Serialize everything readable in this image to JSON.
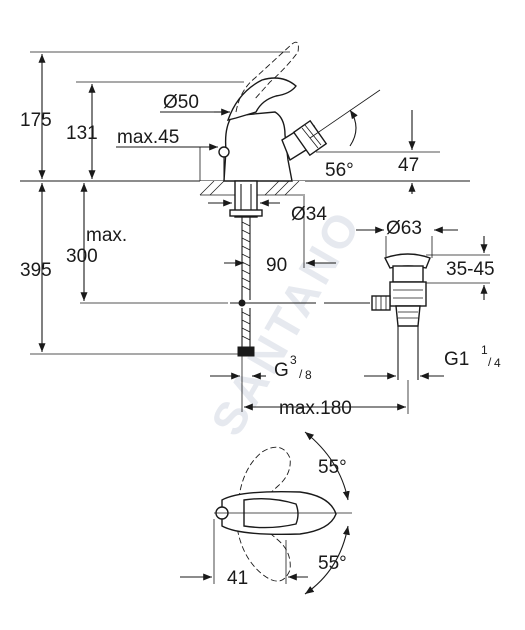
{
  "watermark": "SANTANO",
  "dimensions": {
    "d175": "175",
    "d131": "131",
    "d395": "395",
    "max_label": "max.",
    "d300": "300",
    "max45": "max.45",
    "dia50": "Ø50",
    "angle56": "56°",
    "d47": "47",
    "dia34": "Ø34",
    "d90": "90",
    "dia63": "Ø63",
    "d35_45": "35-45",
    "thread_g38_base": "G",
    "thread_g38_num": "3",
    "thread_g38_den": "8",
    "thread_g114_base": "G1",
    "thread_g114_num": "1",
    "thread_g114_den": "4",
    "max180": "max.180",
    "angle55_top": "55°",
    "angle55_bottom": "55°",
    "d41": "41"
  }
}
